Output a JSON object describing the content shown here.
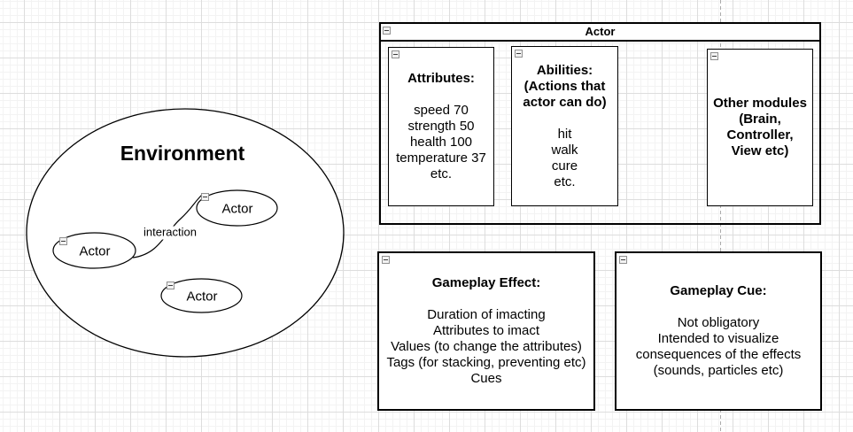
{
  "canvas": {
    "grid_major_color": "#dddddd",
    "grid_minor_color": "#f3f3f3",
    "page_divider_color": "#ababab",
    "shape_stroke_color": "#000000",
    "shape_fill_color": "#ffffff"
  },
  "environment": {
    "label": "Environment",
    "interaction_label": "interaction",
    "actors": [
      {
        "label": "Actor"
      },
      {
        "label": "Actor"
      },
      {
        "label": "Actor"
      }
    ]
  },
  "actor_container": {
    "title": "Actor",
    "modules": [
      {
        "heading": "Attributes:",
        "body": "speed 70\nstrength 50\nhealth 100\ntemperature 37\netc."
      },
      {
        "heading": "Abilities:\n(Actions that\nactor can do)",
        "body": "hit\nwalk\ncure\netc."
      },
      {
        "heading": "Other modules\n(Brain,\nController,\nView etc)",
        "body": ""
      }
    ]
  },
  "gameplay_boxes": [
    {
      "heading": "Gameplay Effect:",
      "body": "Duration of imacting\nAttributes to imact\nValues (to change the attributes)\nTags (for stacking, preventing etc)\nCues"
    },
    {
      "heading": "Gameplay Cue:",
      "body": "Not obligatory\nIntended to visualize\nconsequences of the effects\n(sounds, particles etc)"
    }
  ]
}
